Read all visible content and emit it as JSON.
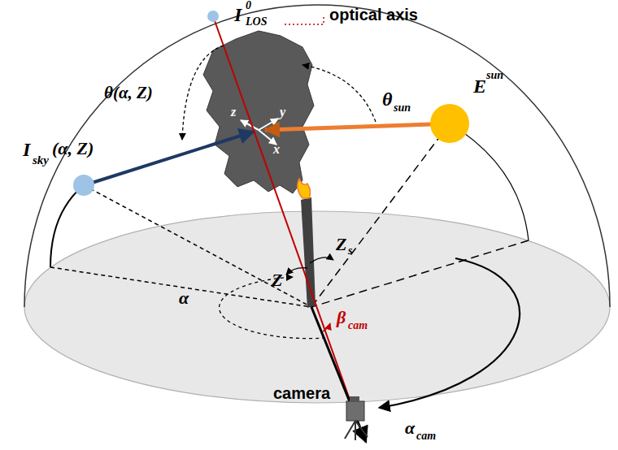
{
  "diagram": {
    "labels": [
      "I",
      "0",
      "LOS",
      "optical axis",
      "θ(α, Z)",
      "θ",
      "sun",
      "E",
      "sun",
      "I",
      "sky",
      "(α, Z)",
      "z",
      "y",
      "x",
      "Z",
      "s",
      "Z",
      "α",
      "β",
      "cam",
      "camera",
      "α",
      "cam"
    ]
  }
}
